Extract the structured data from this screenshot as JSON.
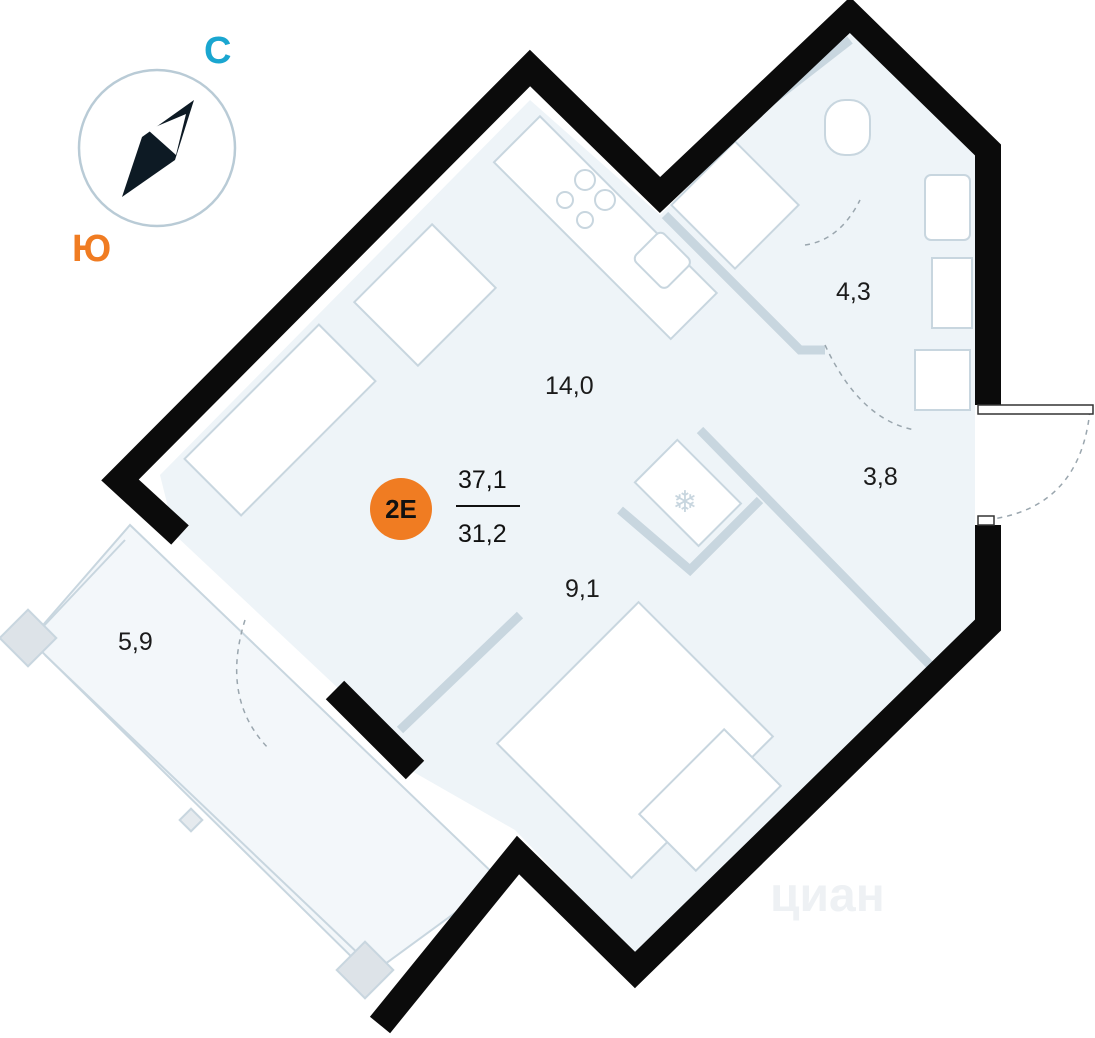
{
  "compass": {
    "north_label": "С",
    "south_label": "Ю",
    "north_color": "#1aa6d0",
    "south_color": "#f07c22"
  },
  "apartment": {
    "type_badge": "2E",
    "total_area": "37,1",
    "living_area": "31,2",
    "badge_color": "#f07c22"
  },
  "rooms": [
    {
      "name": "kitchen-living",
      "area": "14,0"
    },
    {
      "name": "bathroom",
      "area": "4,3"
    },
    {
      "name": "hallway",
      "area": "3,8"
    },
    {
      "name": "bedroom",
      "area": "9,1"
    },
    {
      "name": "balcony",
      "area": "5,9"
    }
  ],
  "watermark": "циан",
  "colors": {
    "wall": "#0b0b0b",
    "floor": "#eef4f8",
    "fixture_line": "#c8d6df"
  }
}
